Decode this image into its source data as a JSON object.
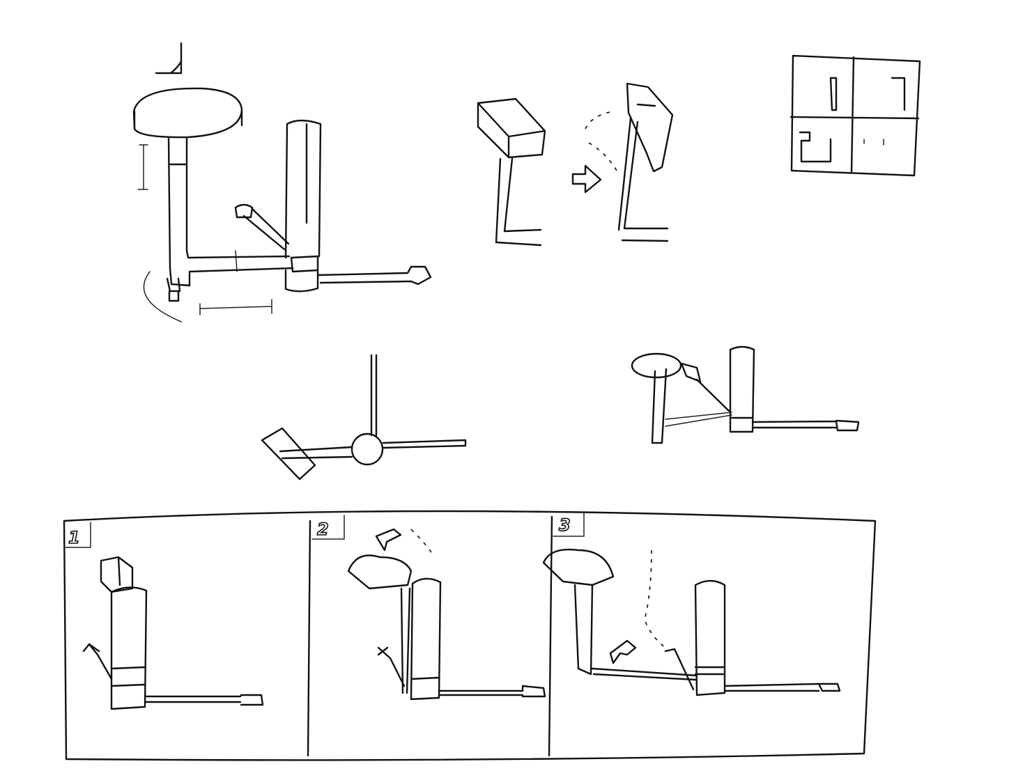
{
  "storyboard": {
    "panels": [
      {
        "label": "1"
      },
      {
        "label": "2"
      },
      {
        "label": "3"
      }
    ]
  }
}
